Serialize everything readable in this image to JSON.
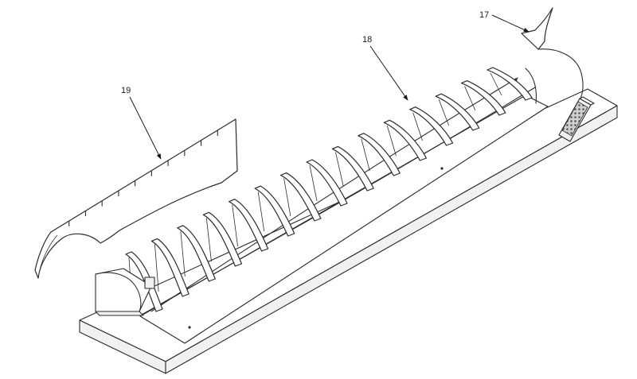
{
  "callouts": {
    "c17": {
      "label": "17"
    },
    "c18": {
      "label": "18"
    },
    "c19": {
      "label": "19"
    }
  }
}
